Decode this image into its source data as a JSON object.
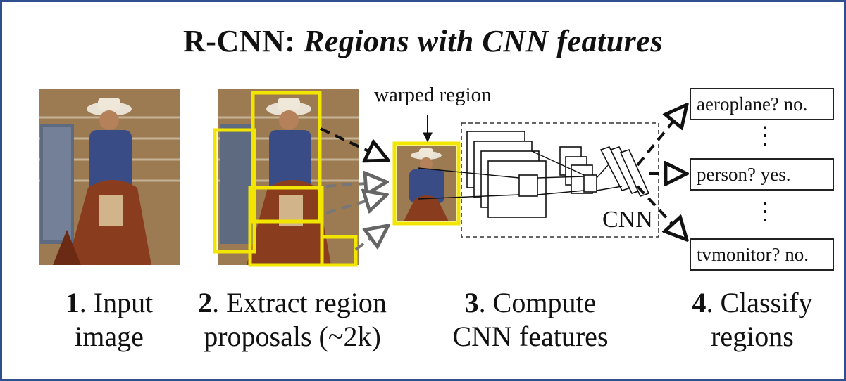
{
  "title": {
    "main": "R-CNN:",
    "subtitle": "Regions with CNN features"
  },
  "annotations": {
    "warped_region": "warped region",
    "cnn": "CNN"
  },
  "steps": [
    {
      "num": "1",
      "line1": ". Input",
      "line2": "image"
    },
    {
      "num": "2",
      "line1": ". Extract region",
      "line2": "proposals (~2k)"
    },
    {
      "num": "3",
      "line1": ". Compute",
      "line2": "CNN features"
    },
    {
      "num": "4",
      "line1": ". Classify",
      "line2": "regions"
    }
  ],
  "classes": [
    "aeroplane? no.",
    "person? yes.",
    "tvmonitor? no."
  ],
  "ellipsis": "⋮",
  "colors": {
    "border": "#2f4f8f",
    "proposal_box": "#f2e600",
    "arrow": "#111111"
  }
}
